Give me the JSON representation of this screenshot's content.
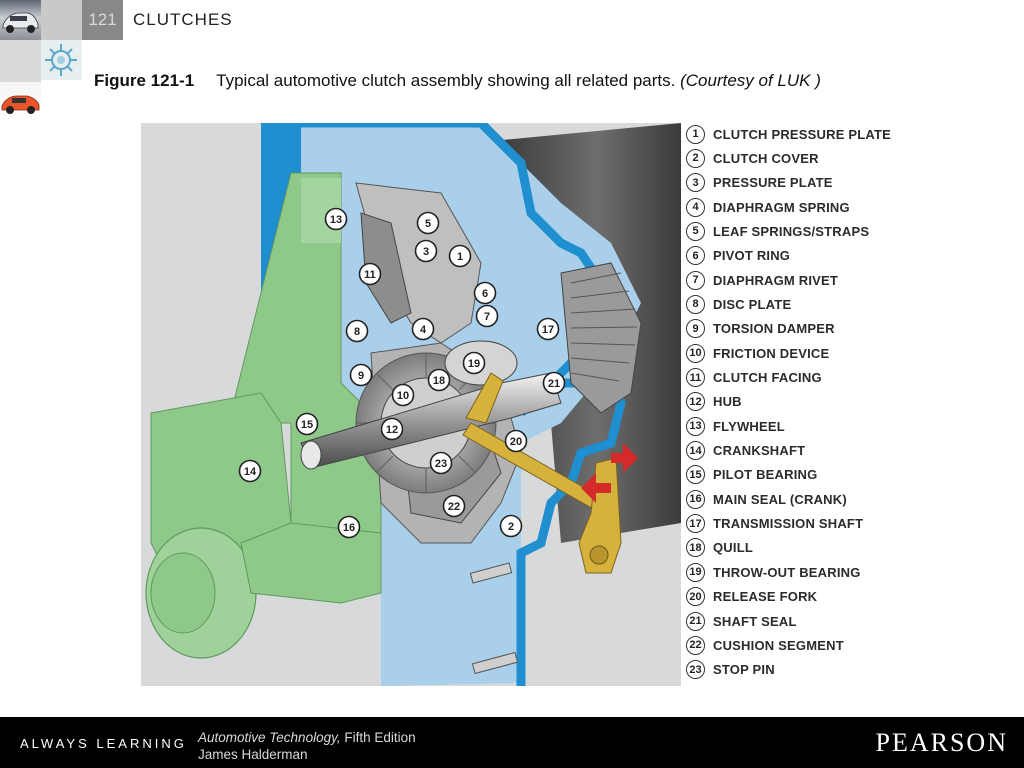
{
  "header": {
    "chapter_number": "121",
    "chapter_title": "CLUTCHES"
  },
  "caption": {
    "figure_label": "Figure 121-1",
    "text": "Typical automotive clutch assembly showing all related parts.",
    "credit": "(Courtesy of LUK )"
  },
  "figure": {
    "callouts": [
      {
        "num": "13"
      },
      {
        "num": "5"
      },
      {
        "num": "3"
      },
      {
        "num": "1"
      },
      {
        "num": "11"
      },
      {
        "num": "6"
      },
      {
        "num": "7"
      },
      {
        "num": "17"
      },
      {
        "num": "8"
      },
      {
        "num": "4"
      },
      {
        "num": "19"
      },
      {
        "num": "9"
      },
      {
        "num": "18"
      },
      {
        "num": "21"
      },
      {
        "num": "10"
      },
      {
        "num": "15"
      },
      {
        "num": "12"
      },
      {
        "num": "20"
      },
      {
        "num": "14"
      },
      {
        "num": "23"
      },
      {
        "num": "22"
      },
      {
        "num": "2"
      },
      {
        "num": "16"
      }
    ]
  },
  "legend": [
    {
      "num": "1",
      "label": "CLUTCH PRESSURE PLATE"
    },
    {
      "num": "2",
      "label": "CLUTCH COVER"
    },
    {
      "num": "3",
      "label": "PRESSURE PLATE"
    },
    {
      "num": "4",
      "label": "DIAPHRAGM SPRING"
    },
    {
      "num": "5",
      "label": "LEAF SPRINGS/STRAPS"
    },
    {
      "num": "6",
      "label": "PIVOT RING"
    },
    {
      "num": "7",
      "label": "DIAPHRAGM RIVET"
    },
    {
      "num": "8",
      "label": "DISC PLATE"
    },
    {
      "num": "9",
      "label": "TORSION DAMPER"
    },
    {
      "num": "10",
      "label": "FRICTION DEVICE"
    },
    {
      "num": "11",
      "label": "CLUTCH FACING"
    },
    {
      "num": "12",
      "label": "HUB"
    },
    {
      "num": "13",
      "label": "FLYWHEEL"
    },
    {
      "num": "14",
      "label": "CRANKSHAFT"
    },
    {
      "num": "15",
      "label": "PILOT BEARING"
    },
    {
      "num": "16",
      "label": "MAIN SEAL (CRANK)"
    },
    {
      "num": "17",
      "label": "TRANSMISSION SHAFT"
    },
    {
      "num": "18",
      "label": "QUILL"
    },
    {
      "num": "19",
      "label": "THROW-OUT BEARING"
    },
    {
      "num": "20",
      "label": "RELEASE FORK"
    },
    {
      "num": "21",
      "label": "SHAFT SEAL"
    },
    {
      "num": "22",
      "label": "CUSHION SEGMENT"
    },
    {
      "num": "23",
      "label": "STOP PIN"
    }
  ],
  "footer": {
    "tagline": "ALWAYS LEARNING",
    "book_title": "Automotive Technology,",
    "edition": "Fifth Edition",
    "author": "James Halderman",
    "publisher": "PEARSON"
  },
  "colors": {
    "housing_blue": "#1f8fd0",
    "flywheel_green": "#8ec98a",
    "release_fork_yellow": "#d6b23c",
    "arrow_red": "#d42a2a",
    "footer_black": "#000000"
  }
}
